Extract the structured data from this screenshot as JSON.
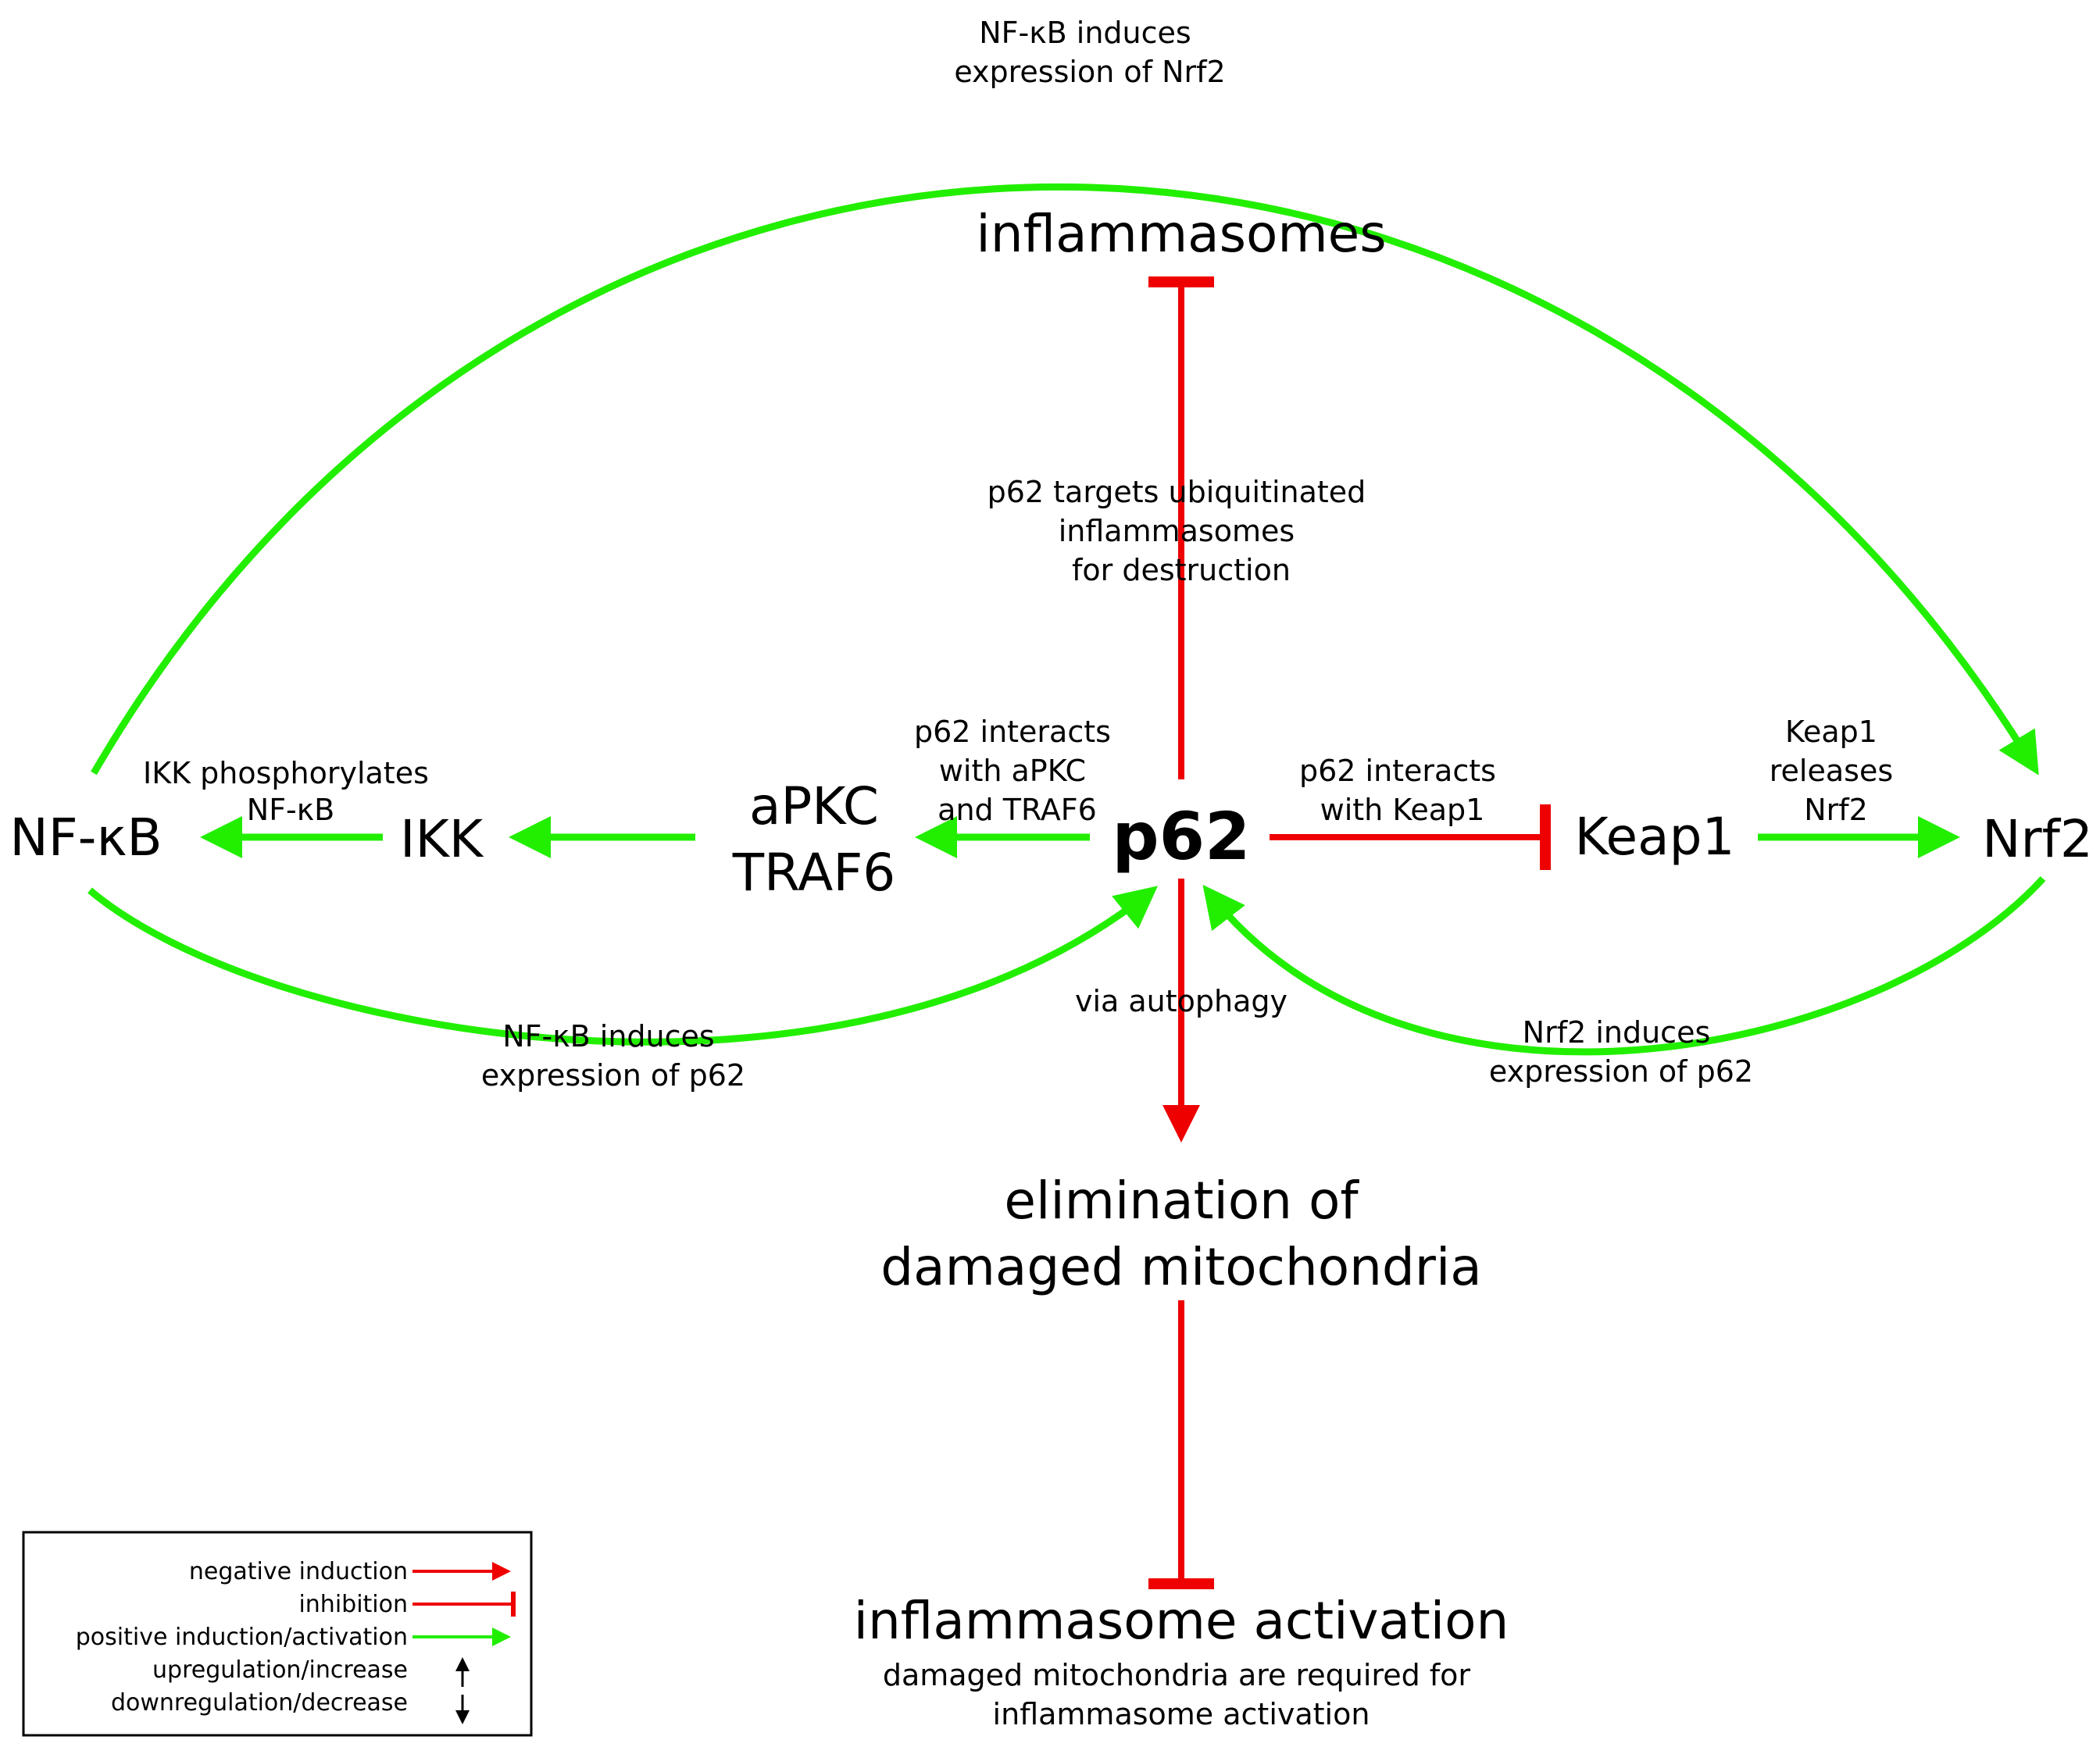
{
  "colors": {
    "positive": "#22ee00",
    "negative": "#ee0000",
    "text": "#000000",
    "background": "#ffffff"
  },
  "nodes": {
    "inflammasomes": "inflammasomes",
    "p62": "p62",
    "nfkb": "NF-κB",
    "ikk": "IKK",
    "apkc": "aPKC",
    "traf6": "TRAF6",
    "keap1": "Keap1",
    "nrf2": "Nrf2",
    "elimination_line1": "elimination of",
    "elimination_line2": "damaged mitochondria",
    "activation": "inflammasome activation"
  },
  "edge_labels": {
    "nfkb_nrf2": [
      "NF-κB induces",
      "expression of Nrf2"
    ],
    "p62_inflammasomes": [
      "p62 targets ubiquitinated",
      "inflammasomes",
      "for destruction"
    ],
    "ikk_nfkb": [
      "IKK phosphorylates",
      "NF-κB"
    ],
    "p62_apkc": [
      "p62 interacts",
      "with aPKC",
      "and TRAF6"
    ],
    "p62_keap1": [
      "p62 interacts",
      "with Keap1"
    ],
    "keap1_nrf2": [
      "Keap1",
      "releases",
      "Nrf2"
    ],
    "nfkb_p62": [
      "NF-κB induces",
      "expression of p62"
    ],
    "nrf2_p62": [
      "Nrf2 induces",
      "expression of p62"
    ],
    "p62_elimination": [
      "via autophagy"
    ],
    "activation_note": [
      "damaged mitochondria are required for",
      "inflammasome activation"
    ]
  },
  "edges": [
    {
      "from": "nfkb",
      "to": "nrf2",
      "type": "positive induction/activation"
    },
    {
      "from": "p62",
      "to": "inflammasomes",
      "type": "inhibition"
    },
    {
      "from": "ikk",
      "to": "nfkb",
      "type": "positive induction/activation"
    },
    {
      "from": "apkc",
      "to": "ikk",
      "type": "positive induction/activation"
    },
    {
      "from": "p62",
      "to": "apkc",
      "type": "positive induction/activation"
    },
    {
      "from": "p62",
      "to": "keap1",
      "type": "inhibition"
    },
    {
      "from": "keap1",
      "to": "nrf2",
      "type": "positive induction/activation"
    },
    {
      "from": "nfkb",
      "to": "p62",
      "type": "positive induction/activation"
    },
    {
      "from": "nrf2",
      "to": "p62",
      "type": "positive induction/activation"
    },
    {
      "from": "p62",
      "to": "elimination",
      "type": "negative induction"
    },
    {
      "from": "elimination",
      "to": "activation",
      "type": "inhibition"
    }
  ],
  "legend": {
    "items": [
      {
        "label": "negative induction",
        "kind": "negative-arrow"
      },
      {
        "label": "inhibition",
        "kind": "inhibition-bar"
      },
      {
        "label": "positive induction/activation",
        "kind": "positive-arrow"
      },
      {
        "label": "upregulation/increase",
        "kind": "up-arrow"
      },
      {
        "label": "downregulation/decrease",
        "kind": "down-arrow"
      }
    ]
  }
}
